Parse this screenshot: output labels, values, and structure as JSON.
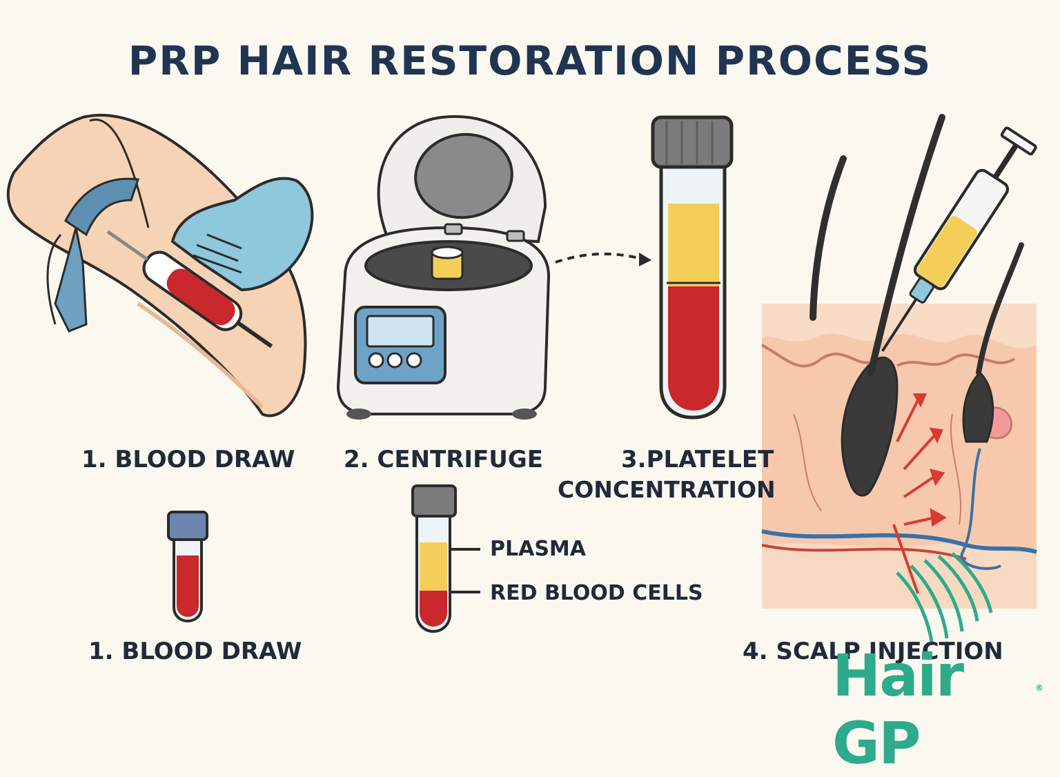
{
  "title": "PRP HAIR RESTORATION PROCESS",
  "steps": {
    "blood_draw": "1. BLOOD DRAW",
    "centrifuge": "2. CENTRIFUGE",
    "platelet_line1": "3.PLATELET",
    "platelet_line2": "CONCENTRATION",
    "blood_draw_repeat": "1. BLOOD DRAW",
    "scalp_injection": "4. SCALP INJECTION"
  },
  "tube_labels": {
    "plasma": "PLASMA",
    "rbc": "RED BLOOD CELLS"
  },
  "logo": {
    "text": "Hair GP",
    "mark": "®"
  },
  "colors": {
    "background": "#fbf8ef",
    "title": "#1f3552",
    "blood": "#c9282c",
    "plasma": "#f3cf5a",
    "glove": "#8fc7dc",
    "logo": "#2eaa8c"
  }
}
